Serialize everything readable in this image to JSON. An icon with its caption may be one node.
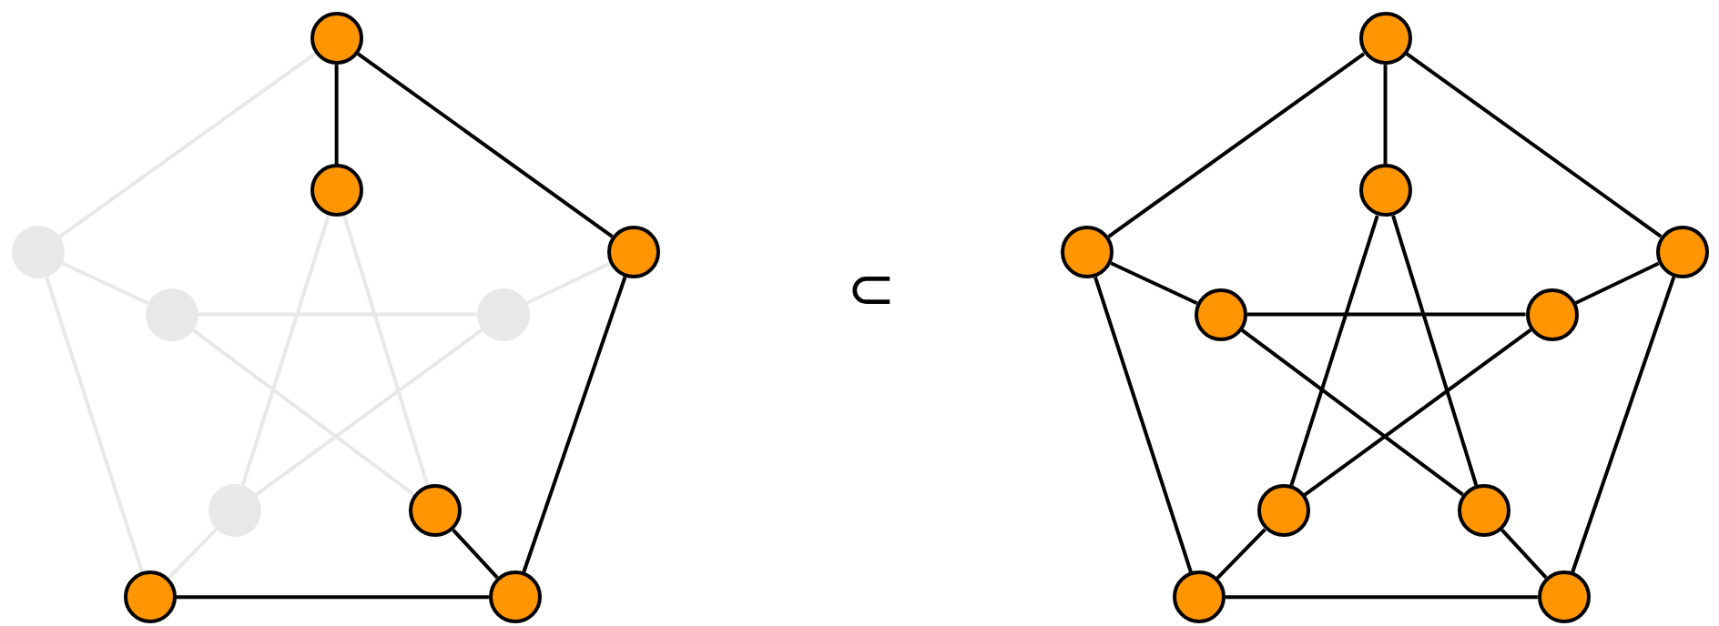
{
  "diagram": {
    "nodes": [
      {
        "text": [],
        "shape": "circle"
      },
      {
        "text": [],
        "shape": "circle"
      },
      {
        "text": [],
        "shape": "circle"
      },
      {
        "text": [],
        "shape": "circle"
      },
      {
        "text": [],
        "shape": "circle"
      },
      {
        "text": [],
        "shape": "circle"
      },
      {
        "text": [],
        "shape": "circle"
      },
      {
        "text": [],
        "shape": "circle"
      },
      {
        "text": [],
        "shape": "circle"
      },
      {
        "text": [],
        "shape": "circle"
      },
      {
        "text": [],
        "shape": "circle"
      },
      {
        "text": [],
        "shape": "circle"
      },
      {
        "text": [],
        "shape": "circle"
      },
      {
        "text": [],
        "shape": "circle"
      },
      {
        "text": [],
        "shape": "circle"
      },
      {
        "text": [],
        "shape": "circle"
      },
      {
        "text": [],
        "shape": "circle"
      },
      {
        "text": [],
        "shape": "circle"
      },
      {
        "text": [],
        "shape": "circle"
      },
      {
        "text": [],
        "shape": "circle"
      }
    ],
    "edges": [
      {
        "from": 0,
        "to": 1,
        "arrow": "none"
      },
      {
        "from": 0,
        "to": 2,
        "arrow": "none",
        "color": "#e8e8e8"
      },
      {
        "from": 0,
        "to": 3,
        "arrow": "none"
      },
      {
        "from": 2,
        "to": 4,
        "arrow": "none",
        "color": "#e8e8e8"
      },
      {
        "from": 3,
        "to": 5,
        "arrow": "none",
        "color": "#e8e8e8"
      },
      {
        "from": 4,
        "to": 5,
        "arrow": "none",
        "color": "#e8e8e8"
      },
      {
        "from": 1,
        "to": 6,
        "arrow": "none",
        "color": "#e8e8e8"
      },
      {
        "from": 1,
        "to": 7,
        "arrow": "none",
        "color": "#e8e8e8"
      },
      {
        "from": 4,
        "to": 7,
        "arrow": "none",
        "color": "#e8e8e8"
      },
      {
        "from": 5,
        "to": 6,
        "arrow": "none",
        "color": "#e8e8e8"
      },
      {
        "from": 2,
        "to": 8,
        "arrow": "none",
        "color": "#e8e8e8"
      },
      {
        "from": 3,
        "to": 9,
        "arrow": "none"
      },
      {
        "from": 6,
        "to": 8,
        "arrow": "none",
        "color": "#e8e8e8"
      },
      {
        "from": 7,
        "to": 9,
        "arrow": "none"
      },
      {
        "from": 8,
        "to": 9,
        "arrow": "none"
      },
      {
        "from": 10,
        "to": 11,
        "arrow": "none"
      },
      {
        "from": 10,
        "to": 12,
        "arrow": "none"
      },
      {
        "from": 10,
        "to": 13,
        "arrow": "none"
      },
      {
        "from": 12,
        "to": 14,
        "arrow": "none"
      },
      {
        "from": 13,
        "to": 15,
        "arrow": "none"
      },
      {
        "from": 14,
        "to": 15,
        "arrow": "none"
      },
      {
        "from": 11,
        "to": 16,
        "arrow": "none"
      },
      {
        "from": 11,
        "to": 17,
        "arrow": "none"
      },
      {
        "from": 14,
        "to": 17,
        "arrow": "none"
      },
      {
        "from": 15,
        "to": 16,
        "arrow": "none"
      },
      {
        "from": 12,
        "to": 18,
        "arrow": "none"
      },
      {
        "from": 13,
        "to": 19,
        "arrow": "none"
      },
      {
        "from": 16,
        "to": 18,
        "arrow": "none"
      },
      {
        "from": 17,
        "to": 19,
        "arrow": "none"
      },
      {
        "from": 18,
        "to": 19,
        "arrow": "none"
      }
    ],
    "labels": [
      "⊂"
    ]
  }
}
